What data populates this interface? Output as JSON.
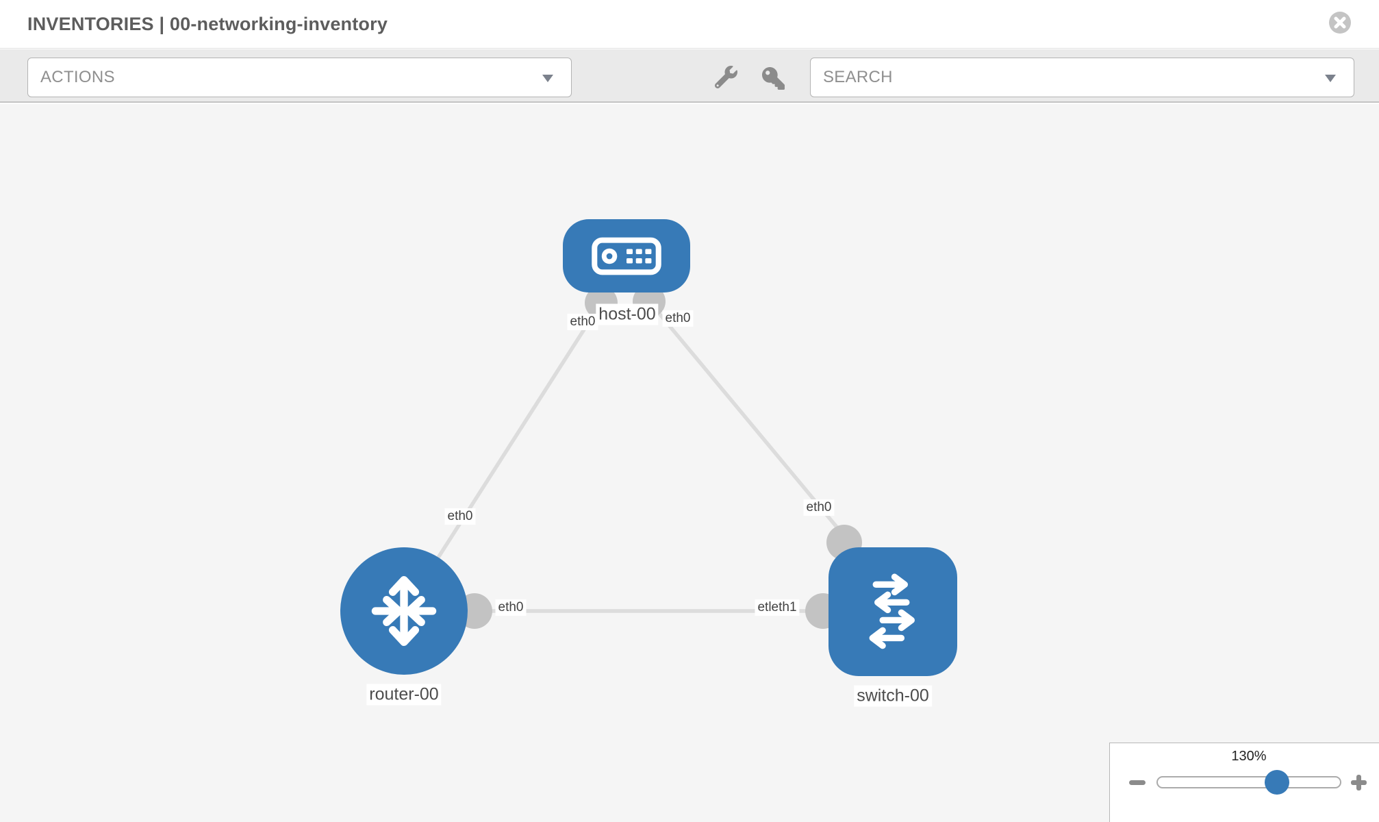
{
  "window": {
    "title": "INVENTORIES | 00-networking-inventory"
  },
  "toolbar": {
    "actions_label": "ACTIONS",
    "search_label": "SEARCH"
  },
  "graph": {
    "nodes": [
      {
        "label": "host-00",
        "type": "host"
      },
      {
        "label": "router-00",
        "type": "router"
      },
      {
        "label": "switch-00",
        "type": "switch"
      }
    ],
    "interface_labels": {
      "host_eth_left": "eth0",
      "host_eth_right": "eth0",
      "host_router_link": "eth0",
      "host_switch_link": "eth0",
      "router_switch_left": "eth0",
      "router_switch_right": "etleth1"
    }
  },
  "zoom_control": {
    "level": "130%"
  },
  "colors": {
    "node_blue": "#377ab7",
    "link_gray": "#dcdcdc",
    "endpoint_gray": "#c3c3c3",
    "toolbar_bg": "#eaeaea",
    "canvas_bg": "#f5f5f5"
  }
}
